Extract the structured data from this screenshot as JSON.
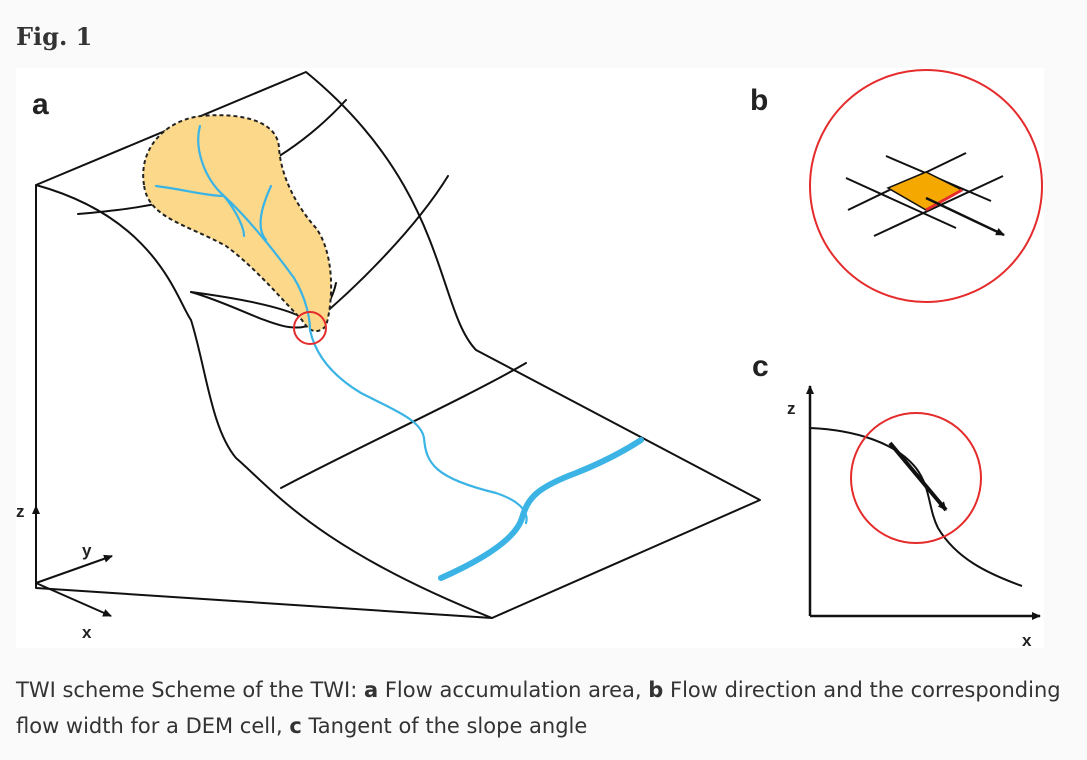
{
  "figure_label": "Fig. 1",
  "panels": {
    "a": {
      "label": "a",
      "axis_z": "z",
      "axis_y": "y",
      "axis_x": "x"
    },
    "b": {
      "label": "b"
    },
    "c": {
      "label": "c",
      "axis_z": "z",
      "axis_x": "x"
    }
  },
  "colors": {
    "catchment_fill": "#fcd98a",
    "stream": "#3bb4e5",
    "highlight_circle": "#e52b2b",
    "cell_fill": "#f5a800",
    "line": "#111111"
  },
  "caption": {
    "intro": "TWI scheme Scheme of the TWI: ",
    "a_key": "a",
    "a_text": " Flow accumulation area, ",
    "b_key": "b",
    "b_text": " Flow direction and the corresponding flow width for a DEM cell, ",
    "c_key": "c",
    "c_text": " Tangent of the slope angle"
  }
}
